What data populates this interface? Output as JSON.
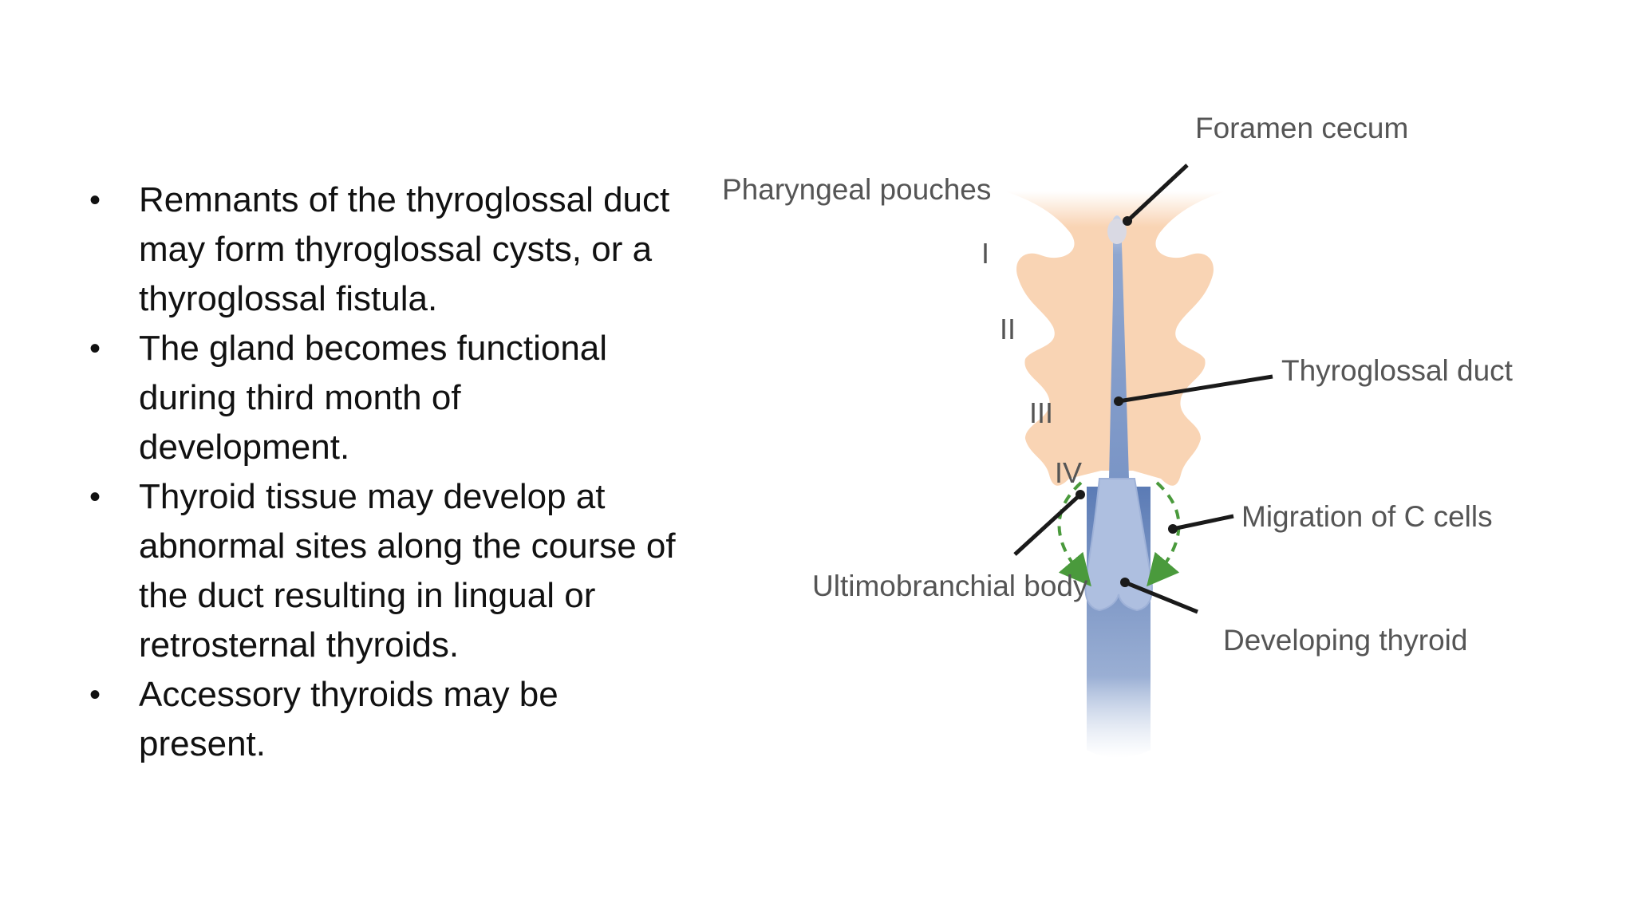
{
  "bullets": [
    "Remnants of the thyroglossal duct may form thyroglossal cysts, or a thyroglossal fistula.",
    "The gland becomes functional during third month of development.",
    "Thyroid tissue may develop at abnormal sites along the course of the duct resulting in lingual or retrosternal thyroids.",
    "Accessory thyroids may be present."
  ],
  "bullet_symbol": "•",
  "diagram": {
    "labels": {
      "pharyngeal_pouches": "Pharyngeal pouches",
      "foramen_cecum": "Foramen cecum",
      "thyroglossal_duct": "Thyroglossal duct",
      "migration_c_cells": "Migration of C cells",
      "ultimobranchial_body": "Ultimobranchial body",
      "developing_thyroid": "Developing thyroid"
    },
    "pouch_numerals": [
      "I",
      "II",
      "III",
      "IV"
    ],
    "colors": {
      "pharynx": "#f9d4b4",
      "duct": "#8fa6cf",
      "duct_dark": "#5b7bb5",
      "migration_arrows": "#4a9a3c",
      "leader_lines": "#1a1a1a",
      "label_text": "#555555"
    }
  }
}
